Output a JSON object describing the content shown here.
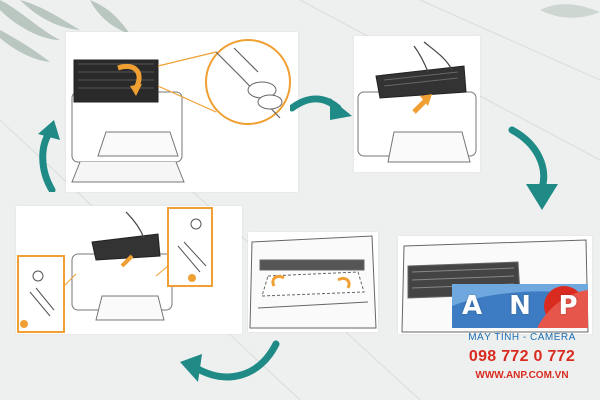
{
  "logo": {
    "letters": [
      "A",
      "N",
      "P"
    ],
    "tagline": "MÁY TÍNH - CAMERA",
    "phone": "098 772 0 772",
    "website": "WWW.ANP.COM.VN"
  },
  "colors": {
    "arrow_teal": "#1f8a86",
    "highlight_orange": "#f0a032",
    "logo_blue": "#3d7cc2",
    "logo_red": "#d92b20"
  },
  "icons": [
    "curved-arrow-icon",
    "plant-leaves-icon",
    "printer-illustration"
  ]
}
